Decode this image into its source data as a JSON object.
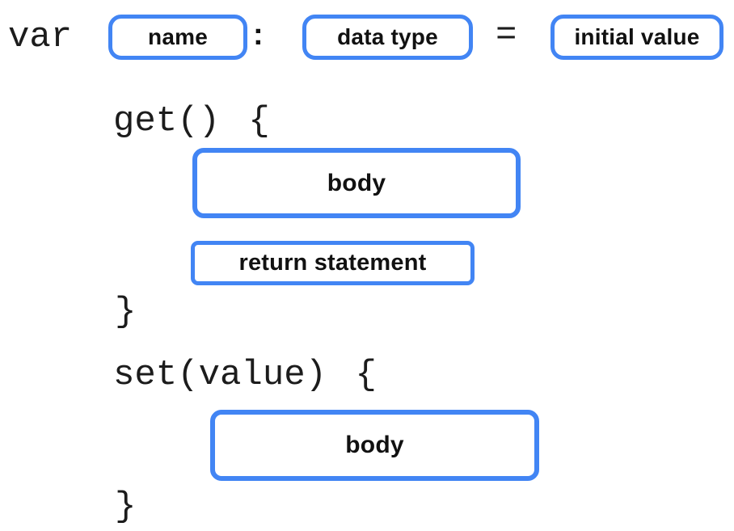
{
  "colors": {
    "accent_blue": "#4285f4",
    "text_black": "#1c1c1c",
    "background": "#ffffff"
  },
  "diagram": {
    "description": "variable declaration syntax with custom getter and setter",
    "declaration": {
      "keyword": "var",
      "name_placeholder": "name",
      "colon": ":",
      "type_placeholder": "data type",
      "equals": "=",
      "initial_value_placeholder": "initial value"
    },
    "getter": {
      "header": "get() {",
      "body_placeholder": "body",
      "return_placeholder": "return statement",
      "closing_brace": "}"
    },
    "setter": {
      "header": "set(value) {",
      "body_placeholder": "body",
      "closing_brace": "}"
    }
  }
}
